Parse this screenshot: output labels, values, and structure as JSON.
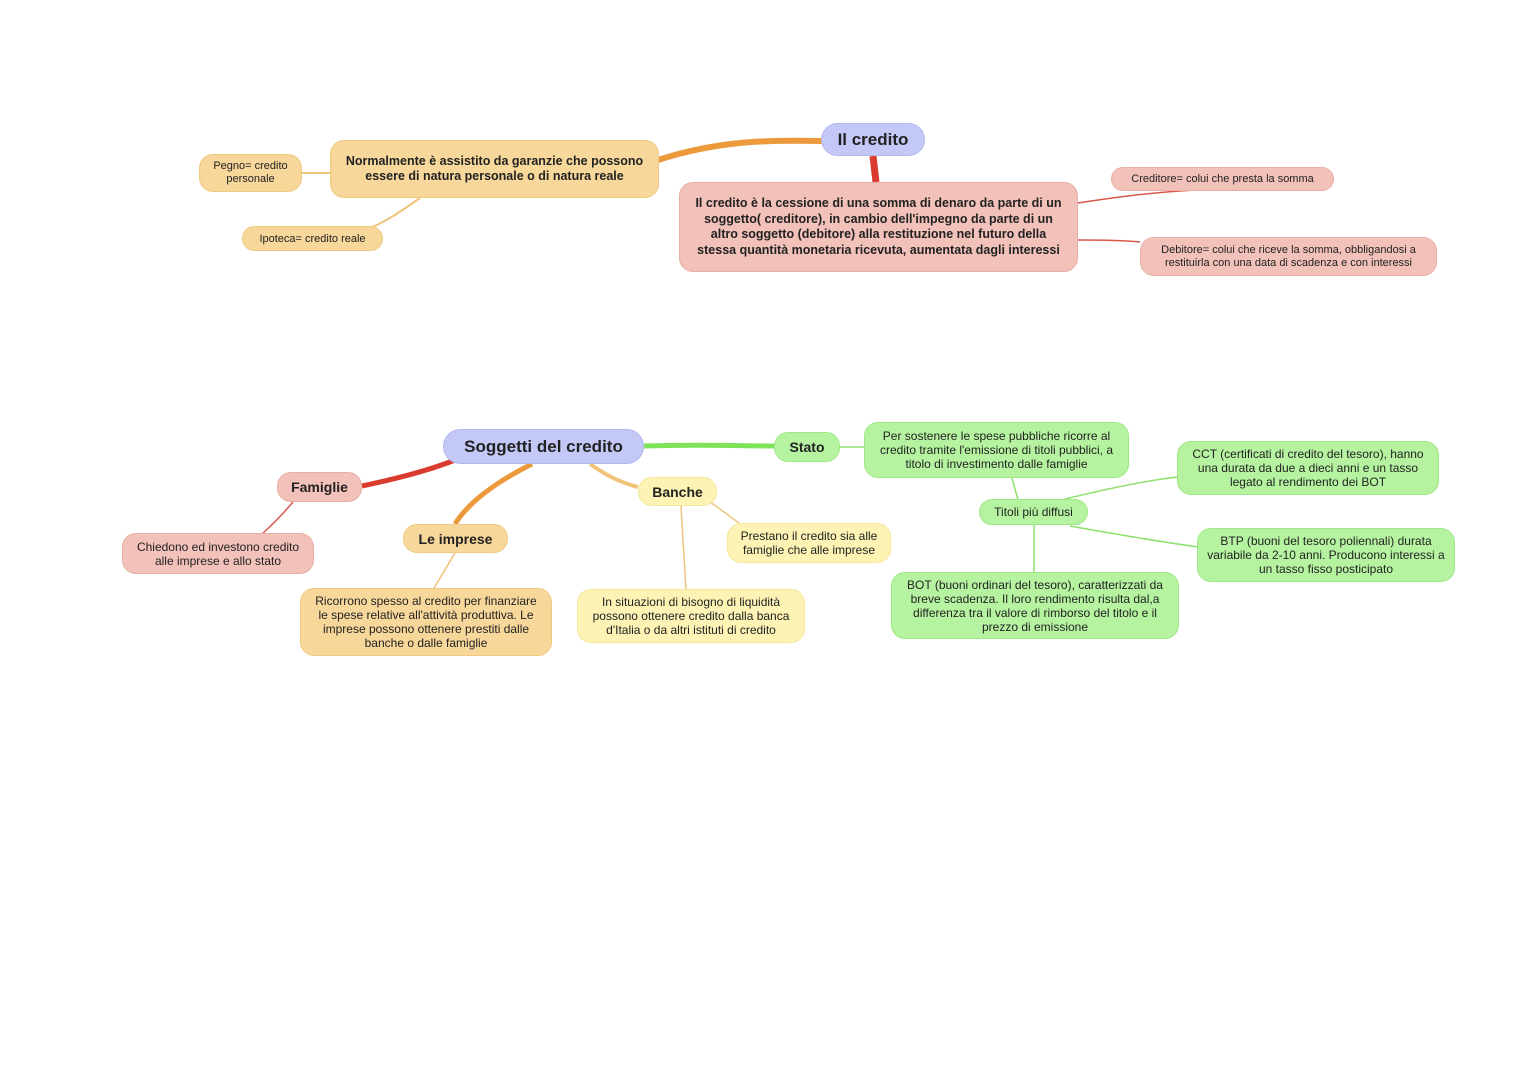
{
  "map1": {
    "central": "Il credito",
    "garanzie": "Normalmente è assistito da garanzie che possono essere di natura personale o di natura reale",
    "pegno": "Pegno= credito personale",
    "ipoteca": "Ipoteca= credito reale",
    "definizione": "Il credito è la cessione di una somma di denaro da parte di un soggetto( creditore), in cambio dell'impegno da parte di un altro soggetto (debitore) alla restituzione nel futuro della stessa quantità monetaria ricevuta, aumentata dagli interessi",
    "creditore": "Creditore= colui che presta la somma",
    "debitore": "Debitore= colui che riceve la somma, obbligandosi a restituirla con una data di scadenza e con interessi"
  },
  "map2": {
    "central": "Soggetti del credito",
    "famiglie": "Famiglie",
    "famiglie_desc": "Chiedono ed investono credito alle imprese e allo stato",
    "imprese": "Le imprese",
    "imprese_desc": "Ricorrono spesso al credito per finanziare le spese relative all'attività produttiva. Le imprese possono ottenere prestiti dalle banche o dalle famiglie",
    "banche": "Banche",
    "banche_desc1": "In situazioni di bisogno di liquidità possono ottenere credito dalla banca d'Italia o da altri istituti di credito",
    "banche_desc2": "Prestano il credito sia alle famiglie che alle imprese",
    "stato": "Stato",
    "stato_desc": "Per sostenere le spese pubbliche ricorre al credito tramite l'emissione di titoli pubblici, a titolo di investimento dalle famiglie",
    "titoli": "Titoli più diffusi",
    "cct": "CCT (certificati di credito del tesoro), hanno una durata da due a dieci anni e un tasso legato al rendimento dei BOT",
    "btp": "BTP (buoni del tesoro poliennali) durata variabile da 2-10 anni. Producono interessi a un tasso fisso posticipato",
    "bot": "BOT (buoni ordinari del tesoro), caratterizzati da breve scadenza. Il loro rendimento risulta dal,a differenza tra il valore di rimborso del titolo e il prezzo di emissione"
  },
  "colors": {
    "central": "#c3c8f7",
    "orange": "#f7d79a",
    "red": "#f2c1b9",
    "yellow": "#fcf3b5",
    "green": "#b6f3a0",
    "branch_orange": "#ec9a3c",
    "branch_red": "#d93c2e",
    "branch_green": "#7fe35a"
  }
}
